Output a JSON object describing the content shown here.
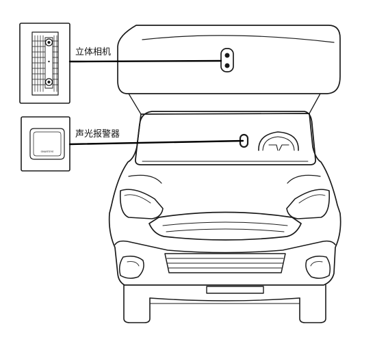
{
  "callouts": {
    "stereo_camera": {
      "label": "立体相机",
      "icon": "stereo-camera-icon"
    },
    "alarm": {
      "label": "声光报警器",
      "icon": "sound-light-alarm-icon"
    }
  },
  "alarm_device": {
    "brand_text": "SMARTEYE"
  }
}
